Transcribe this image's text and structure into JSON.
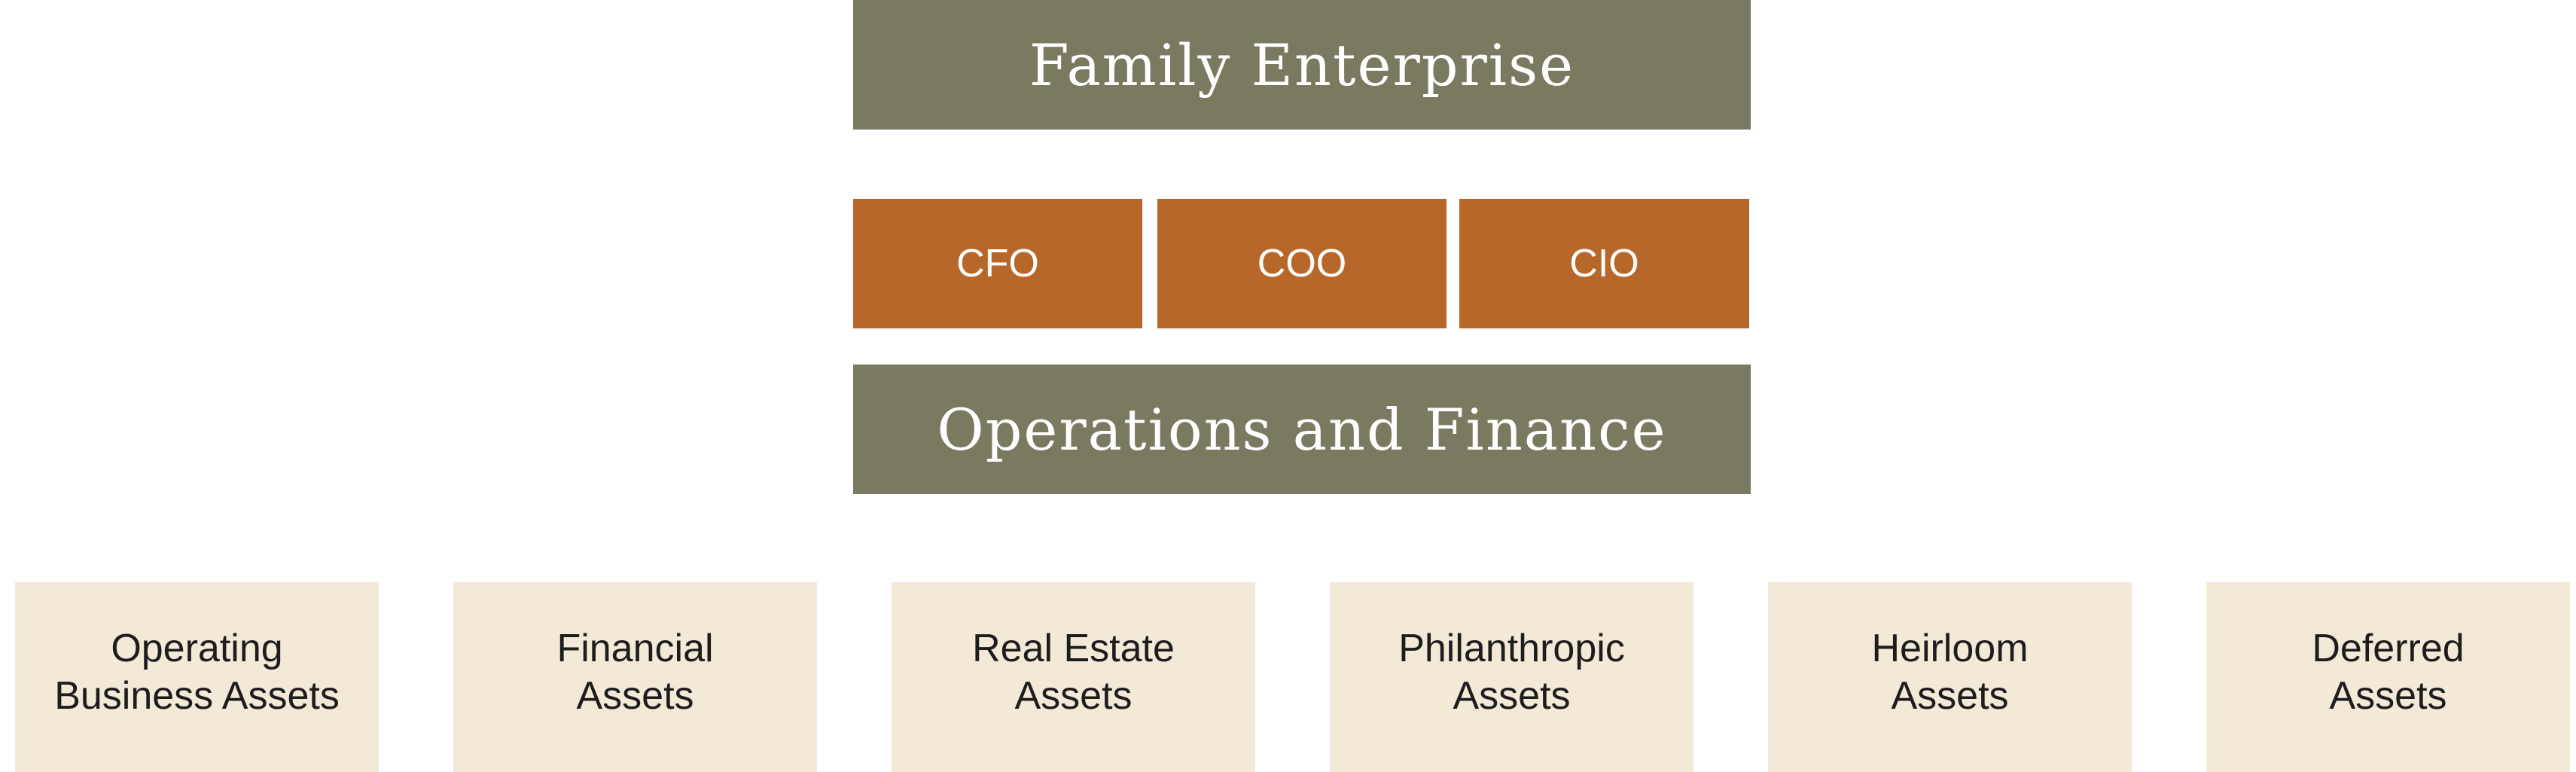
{
  "top_box": {
    "label": "Family Enterprise"
  },
  "roles": [
    {
      "label": "CFO"
    },
    {
      "label": "COO"
    },
    {
      "label": "CIO"
    }
  ],
  "middle_box": {
    "label": "Operations and Finance"
  },
  "asset_boxes": [
    {
      "line1": "Operating",
      "line2": "Business Assets"
    },
    {
      "line1": "Financial",
      "line2": "Assets"
    },
    {
      "line1": "Real Estate",
      "line2": "Assets"
    },
    {
      "line1": "Philanthropic",
      "line2": "Assets"
    },
    {
      "line1": "Heirloom",
      "line2": "Assets"
    },
    {
      "line1": "Deferred",
      "line2": "Assets"
    }
  ],
  "colors": {
    "green": "#797a60",
    "orange": "#b8672b",
    "cream": "#f2e9d7"
  }
}
